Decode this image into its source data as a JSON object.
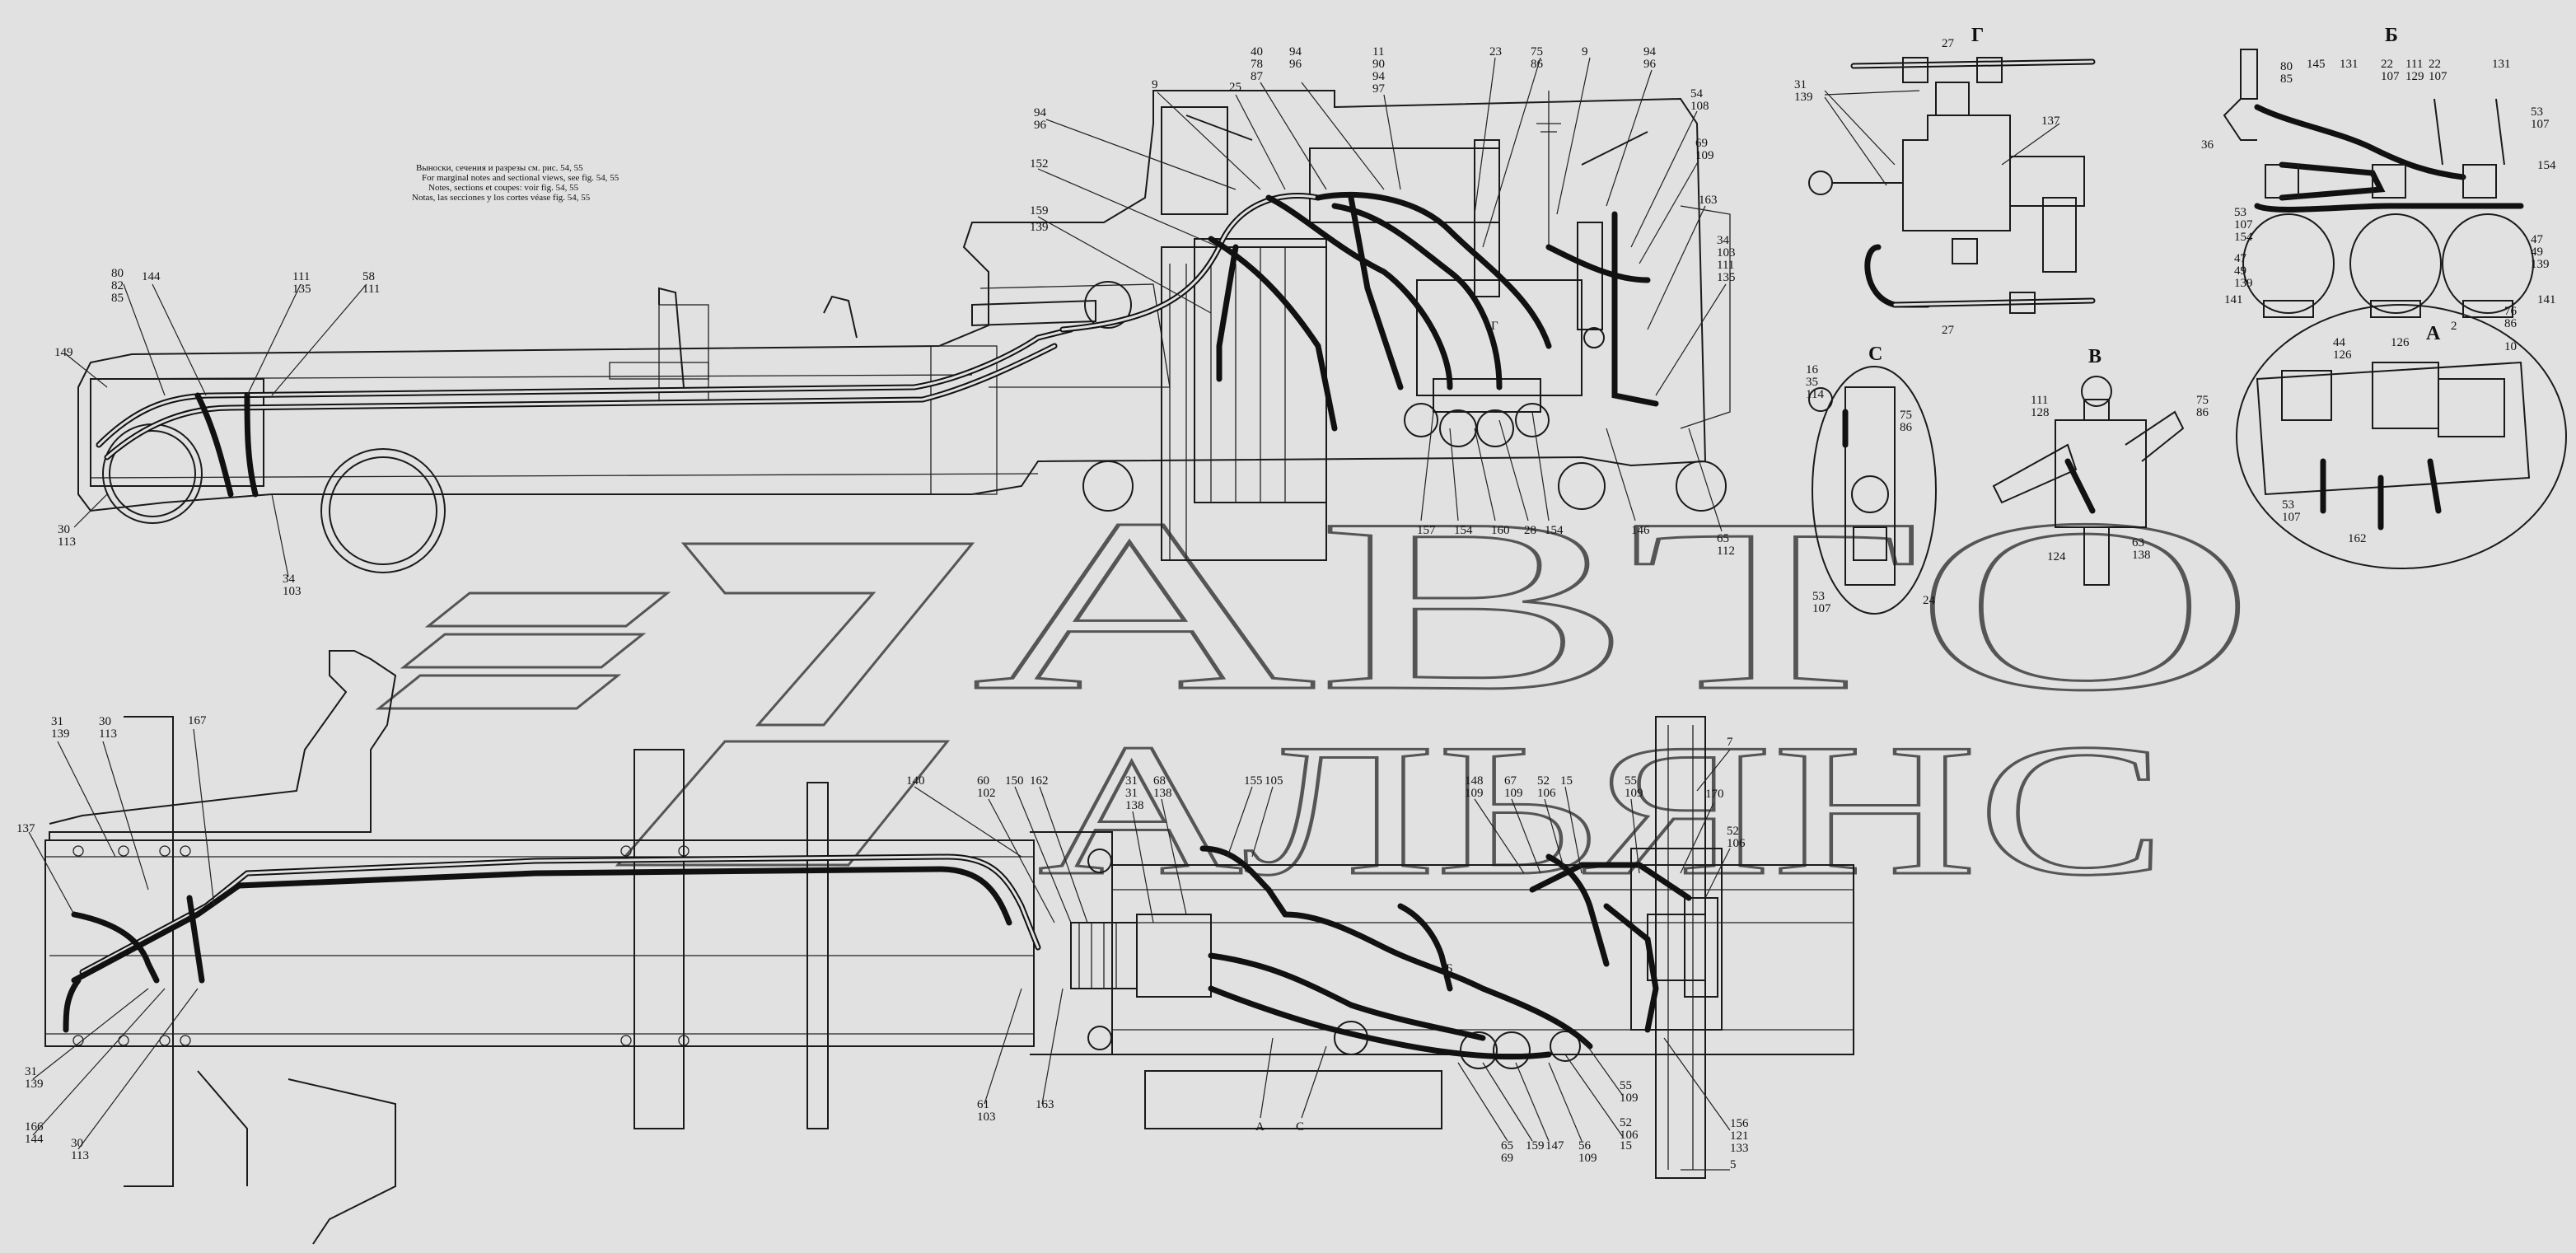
{
  "notes": [
    "Выноски, сечения и разрезы см. рис. 54, 55",
    "For marginal notes and sectional views, see fig. 54, 55",
    "Notes, sections et coupes: voir fig. 54, 55",
    "Notas, las secciones y los cortes véase fig. 54, 55"
  ],
  "watermark": {
    "line1": "АВТО",
    "line2": "АЛЬЯНС"
  },
  "views": {
    "G": "Г",
    "B_cyr": "Б",
    "C": "С",
    "V": "В",
    "A": "А"
  },
  "top_labels": [
    "80",
    "82",
    "85",
    "144",
    "111",
    "135",
    "58",
    "111",
    "149",
    "30",
    "113",
    "34",
    "103",
    "9",
    "94",
    "96",
    "25",
    "40",
    "78",
    "87",
    "94",
    "96",
    "11",
    "90",
    "94",
    "97",
    "23",
    "75",
    "86",
    "9",
    "94",
    "96",
    "54",
    "108",
    "69",
    "109",
    "163",
    "152",
    "139",
    "159",
    "34",
    "103",
    "111",
    "135",
    "157",
    "154",
    "160",
    "28",
    "154",
    "146",
    "65",
    "112",
    "Г"
  ],
  "bottom_labels": [
    "31",
    "139",
    "30",
    "113",
    "167",
    "137",
    "140",
    "60",
    "102",
    "150",
    "162",
    "31",
    "31",
    "138",
    "68",
    "138",
    "155",
    "105",
    "148",
    "109",
    "67",
    "109",
    "52",
    "106",
    "15",
    "55",
    "109",
    "7",
    "170",
    "52",
    "106",
    "31",
    "139",
    "166",
    "144",
    "30",
    "113",
    "61",
    "103",
    "163",
    "А",
    "С",
    "Б",
    "65",
    "69",
    "159",
    "147",
    "56",
    "109",
    "15",
    "52",
    "106",
    "55",
    "109",
    "156",
    "121",
    "133",
    "5"
  ],
  "detail_G": [
    "27",
    "31",
    "139",
    "137",
    "27"
  ],
  "detail_Bcyr": [
    "80",
    "85",
    "145",
    "131",
    "22",
    "107",
    "111",
    "129",
    "22",
    "107",
    "131",
    "36",
    "53",
    "107",
    "154",
    "53",
    "107",
    "154",
    "47",
    "49",
    "139",
    "47",
    "49",
    "139",
    "141",
    "2",
    "76",
    "86",
    "141"
  ],
  "detail_C": [
    "16",
    "35",
    "114",
    "75",
    "86",
    "53",
    "107",
    "24"
  ],
  "detail_V": [
    "111",
    "128",
    "75",
    "86",
    "124",
    "63",
    "138"
  ],
  "detail_A": [
    "44",
    "126",
    "126",
    "10",
    "53",
    "107",
    "162"
  ]
}
